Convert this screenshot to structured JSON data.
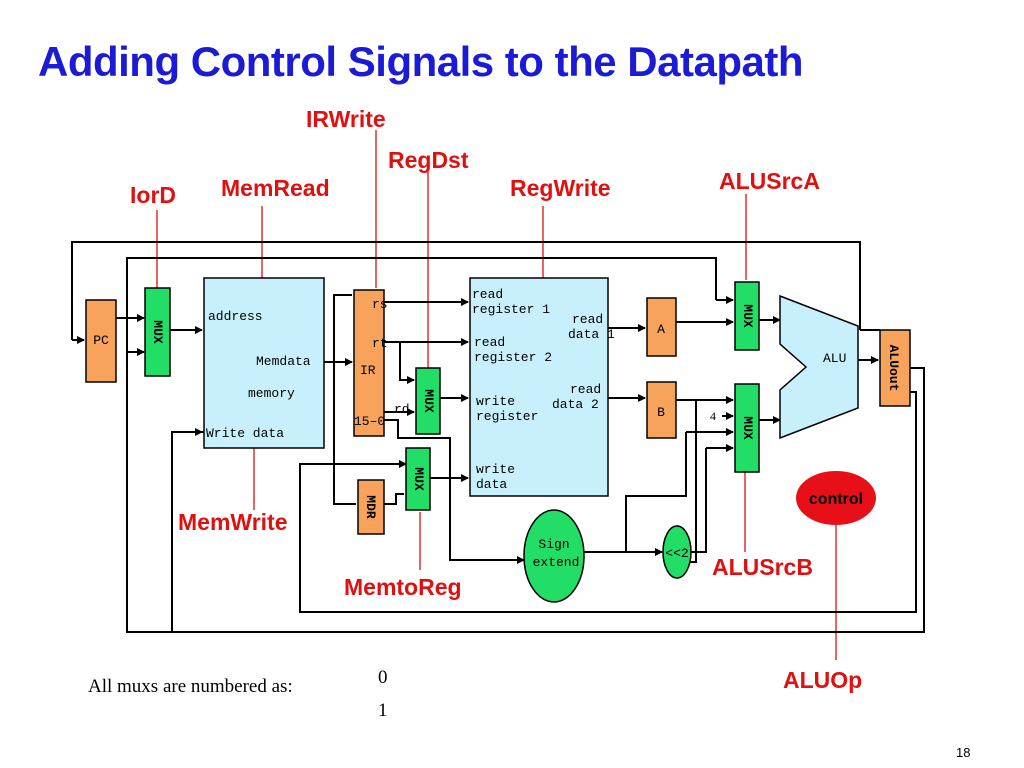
{
  "title": "Adding Control Signals to the Datapath",
  "signals": {
    "irwrite": "IRWrite",
    "regdst": "RegDst",
    "memread": "MemRead",
    "iord": "IorD",
    "regwrite": "RegWrite",
    "alusrca": "ALUSrcA",
    "memwrite": "MemWrite",
    "memtoreg": "MemtoReg",
    "alusrcb": "ALUSrcB",
    "aluop": "ALUOp"
  },
  "blocks": {
    "pc": "PC",
    "mux": "MUX",
    "memory": {
      "address": "address",
      "memdata": "Memdata",
      "memory": "memory",
      "write_data": "Write data"
    },
    "ir": {
      "rs": "rs",
      "rt": "rt",
      "ir": "IR",
      "imm": "15–0",
      "rd": "rd"
    },
    "mdr": "MDR",
    "regfile": {
      "read_reg1_a": "read",
      "read_reg1_b": "register 1",
      "read_reg2_a": "read",
      "read_reg2_b": "register 2",
      "write_reg_a": "write",
      "write_reg_b": "register",
      "write_data_a": "write",
      "write_data_b": "data",
      "read_data1_a": "read",
      "read_data1_b": "data 1",
      "read_data2_a": "read",
      "read_data2_b": "data 2"
    },
    "a": "A",
    "b": "B",
    "four": "4",
    "alu": "ALU",
    "aluout": "ALUout",
    "sign_extend_a": "Sign",
    "sign_extend_b": "extend",
    "shift": "<<2",
    "control": "control"
  },
  "colors": {
    "title": "#1b1bd6",
    "signal": "#e01010",
    "pc": "#f7a35c",
    "mux": "#22dd66",
    "memory": "#c8f0fc",
    "alu": "#c8f0fc",
    "control": "#e81018"
  },
  "note": "All muxs are numbered as:",
  "mux_numbers": [
    "0",
    "1"
  ],
  "page_number": "18"
}
